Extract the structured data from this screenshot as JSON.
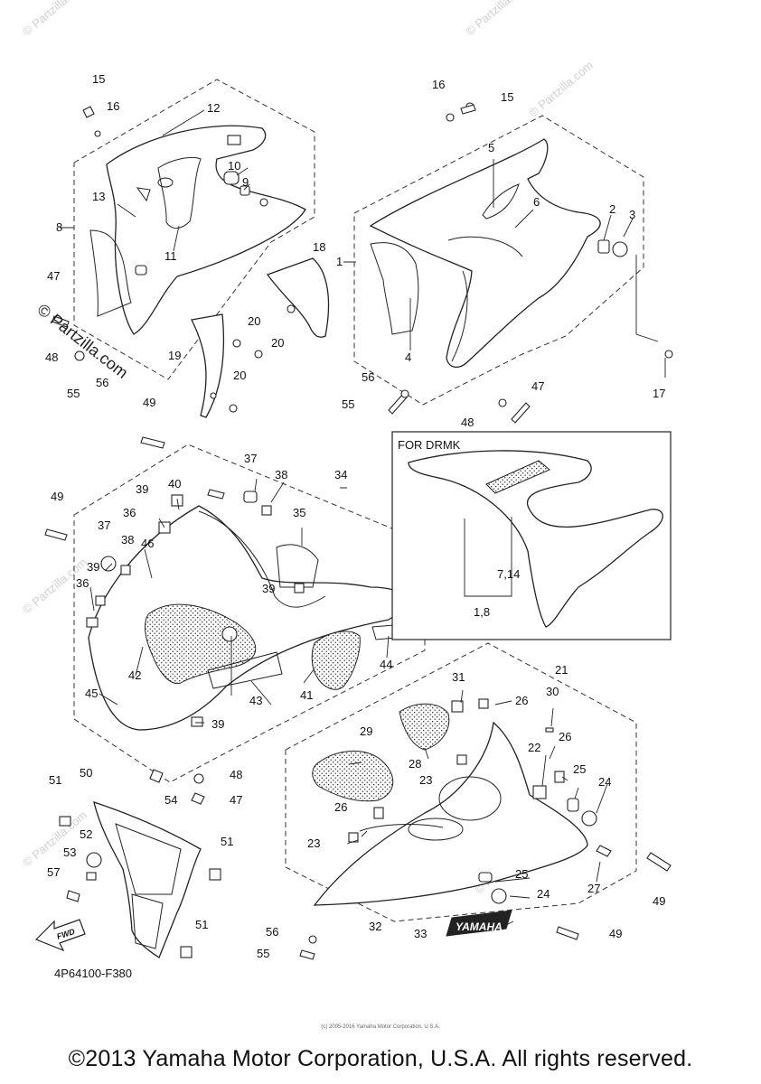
{
  "diagram": {
    "part_code": "4P64100-F380",
    "drmk_label": "FOR DRMK",
    "drmk_callout_a": "7,14",
    "drmk_callout_b": "1,8",
    "fwd_label": "FWD",
    "yamaha_badge": "YAMAHA",
    "watermark": "© Partzilla.com",
    "callouts": [
      "1",
      "2",
      "3",
      "4",
      "5",
      "6",
      "8",
      "9",
      "10",
      "11",
      "12",
      "13",
      "15",
      "15",
      "16",
      "16",
      "17",
      "18",
      "19",
      "20",
      "20",
      "20",
      "21",
      "22",
      "23",
      "23",
      "24",
      "24",
      "25",
      "25",
      "26",
      "26",
      "26",
      "27",
      "28",
      "29",
      "30",
      "31",
      "32",
      "33",
      "34",
      "35",
      "36",
      "36",
      "37",
      "37",
      "38",
      "38",
      "39",
      "39",
      "39",
      "39",
      "40",
      "41",
      "42",
      "43",
      "44",
      "45",
      "46",
      "47",
      "47",
      "47",
      "48",
      "48",
      "48",
      "49",
      "49",
      "49",
      "49",
      "50",
      "51",
      "51",
      "51",
      "52",
      "53",
      "54",
      "55",
      "55",
      "55",
      "56",
      "56",
      "56",
      "57"
    ]
  },
  "footer": {
    "copyright": "©2013 Yamaha Motor Corporation, U.S.A. All rights reserved.",
    "small_notice": "(c) 2005-2016 Yamaha Motor Corporation, U.S.A."
  }
}
